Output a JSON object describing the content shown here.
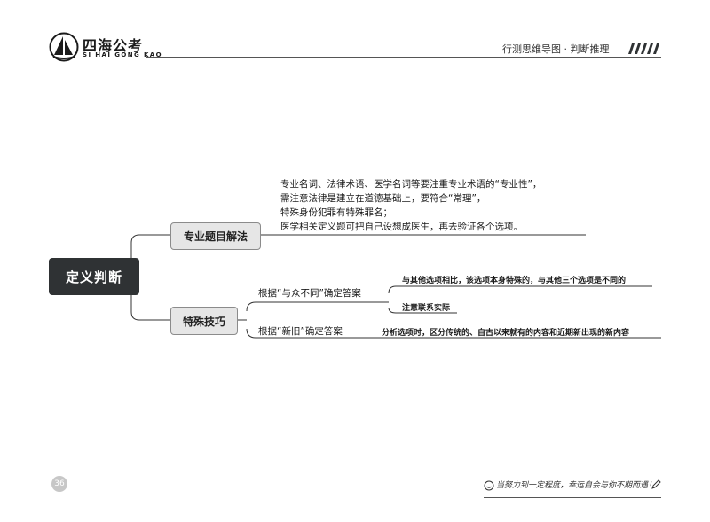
{
  "header": {
    "brand_name": "四海公考",
    "brand_sub": "SI HAI GONG KAO",
    "title": "行测思维导图 · 判断推理"
  },
  "mindmap": {
    "root": "定义判断",
    "branches": [
      {
        "label": "专业题目解法",
        "notes": [
          "专业名词、法律术语、医学名词等要注重专业术语的“专业性”，",
          "需注意法律是建立在道德基础上，要符合“常理”，",
          "特殊身份犯罪有特殊罪名；",
          "医学相关定义题可把自己设想成医生，再去验证各个选项。"
        ]
      },
      {
        "label": "特殊技巧",
        "children": [
          {
            "label": "根据“与众不同”确定答案",
            "leaves": [
              "与其他选项相比，该选项本身特殊的，与其他三个选项是不同的",
              "注意联系实际"
            ]
          },
          {
            "label": "根据“新旧”确定答案",
            "leaves": [
              "分析选项时，区分传统的、自古以来就有的内容和近期新出现的新内容"
            ]
          }
        ]
      }
    ]
  },
  "footer": {
    "page_number": "36",
    "motto": "当努力到一定程度，幸运自会与你不期而遇！"
  }
}
